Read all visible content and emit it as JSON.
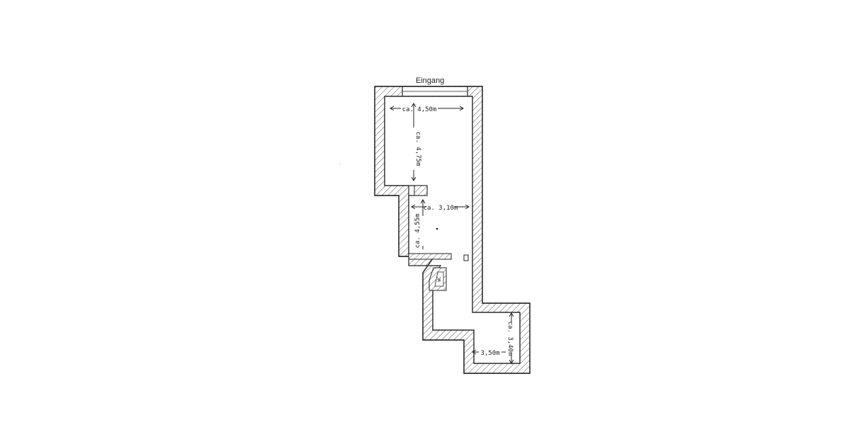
{
  "plan": {
    "entrance_label": "Eingang",
    "dimensions": {
      "room1_width": "ca. 4,50m",
      "room1_depth": "ca. 4,75m",
      "room2_width": "ca. 3,10m",
      "room2_depth": "ca. 4,55m",
      "wc_label": "WC",
      "room3_width": "3,50m",
      "room3_depth": "ca. 3,40m"
    }
  },
  "colors": {
    "ink": "#222222",
    "paper": "#ffffff"
  }
}
